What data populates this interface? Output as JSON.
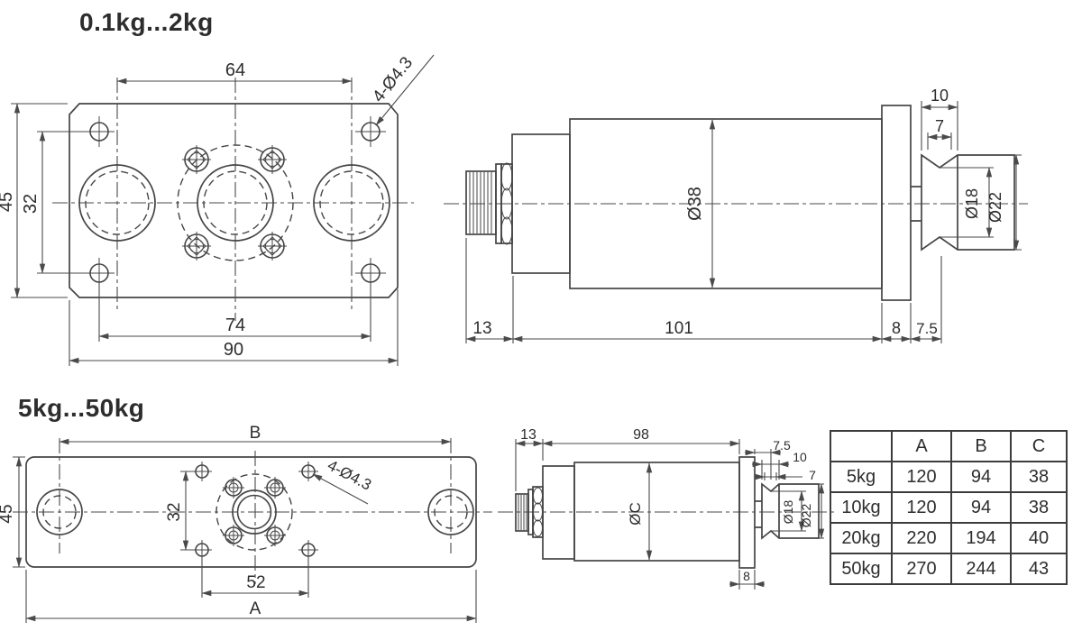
{
  "titles": {
    "small_range": "0.1kg...2kg",
    "large_range": "5kg...50kg"
  },
  "view1_front": {
    "dim_width_top": "64",
    "hole_callout": "4-Ø4.3",
    "dim_height": "45",
    "dim_hole_spacing_v": "32",
    "dim_hole_spacing_h": "74",
    "dim_width_total": "90"
  },
  "view1_side": {
    "dim_groove_outer": "10",
    "dim_groove_inner": "7",
    "dim_body_dia": "Ø38",
    "dim_button_dia_inner": "Ø18",
    "dim_button_dia_outer": "Ø22",
    "dim_connector_len": "13",
    "dim_body_len": "101",
    "dim_flange_thk": "8",
    "dim_button_proj": "7.5"
  },
  "view2_front": {
    "dim_length_top": "B",
    "dim_height": "45",
    "dim_hole_spacing_v": "32",
    "hole_callout": "4-Ø4.3",
    "dim_hole_spacing_h": "52",
    "dim_length_total": "A"
  },
  "view2_side": {
    "dim_connector_len": "13",
    "dim_body_len": "98",
    "dim_button_proj": "7.5",
    "dim_groove_outer": "10",
    "dim_groove_inner": "7",
    "dim_body_dia": "ØC",
    "dim_button_dia_inner": "Ø18",
    "dim_button_dia_outer": "Ø22",
    "dim_flange_thk": "8"
  },
  "table": {
    "headers": [
      "",
      "A",
      "B",
      "C"
    ],
    "rows": [
      {
        "label": "5kg",
        "a": "120",
        "b": "94",
        "c": "38"
      },
      {
        "label": "10kg",
        "a": "120",
        "b": "94",
        "c": "38"
      },
      {
        "label": "20kg",
        "a": "220",
        "b": "194",
        "c": "40"
      },
      {
        "label": "50kg",
        "a": "270",
        "b": "244",
        "c": "43"
      }
    ]
  }
}
